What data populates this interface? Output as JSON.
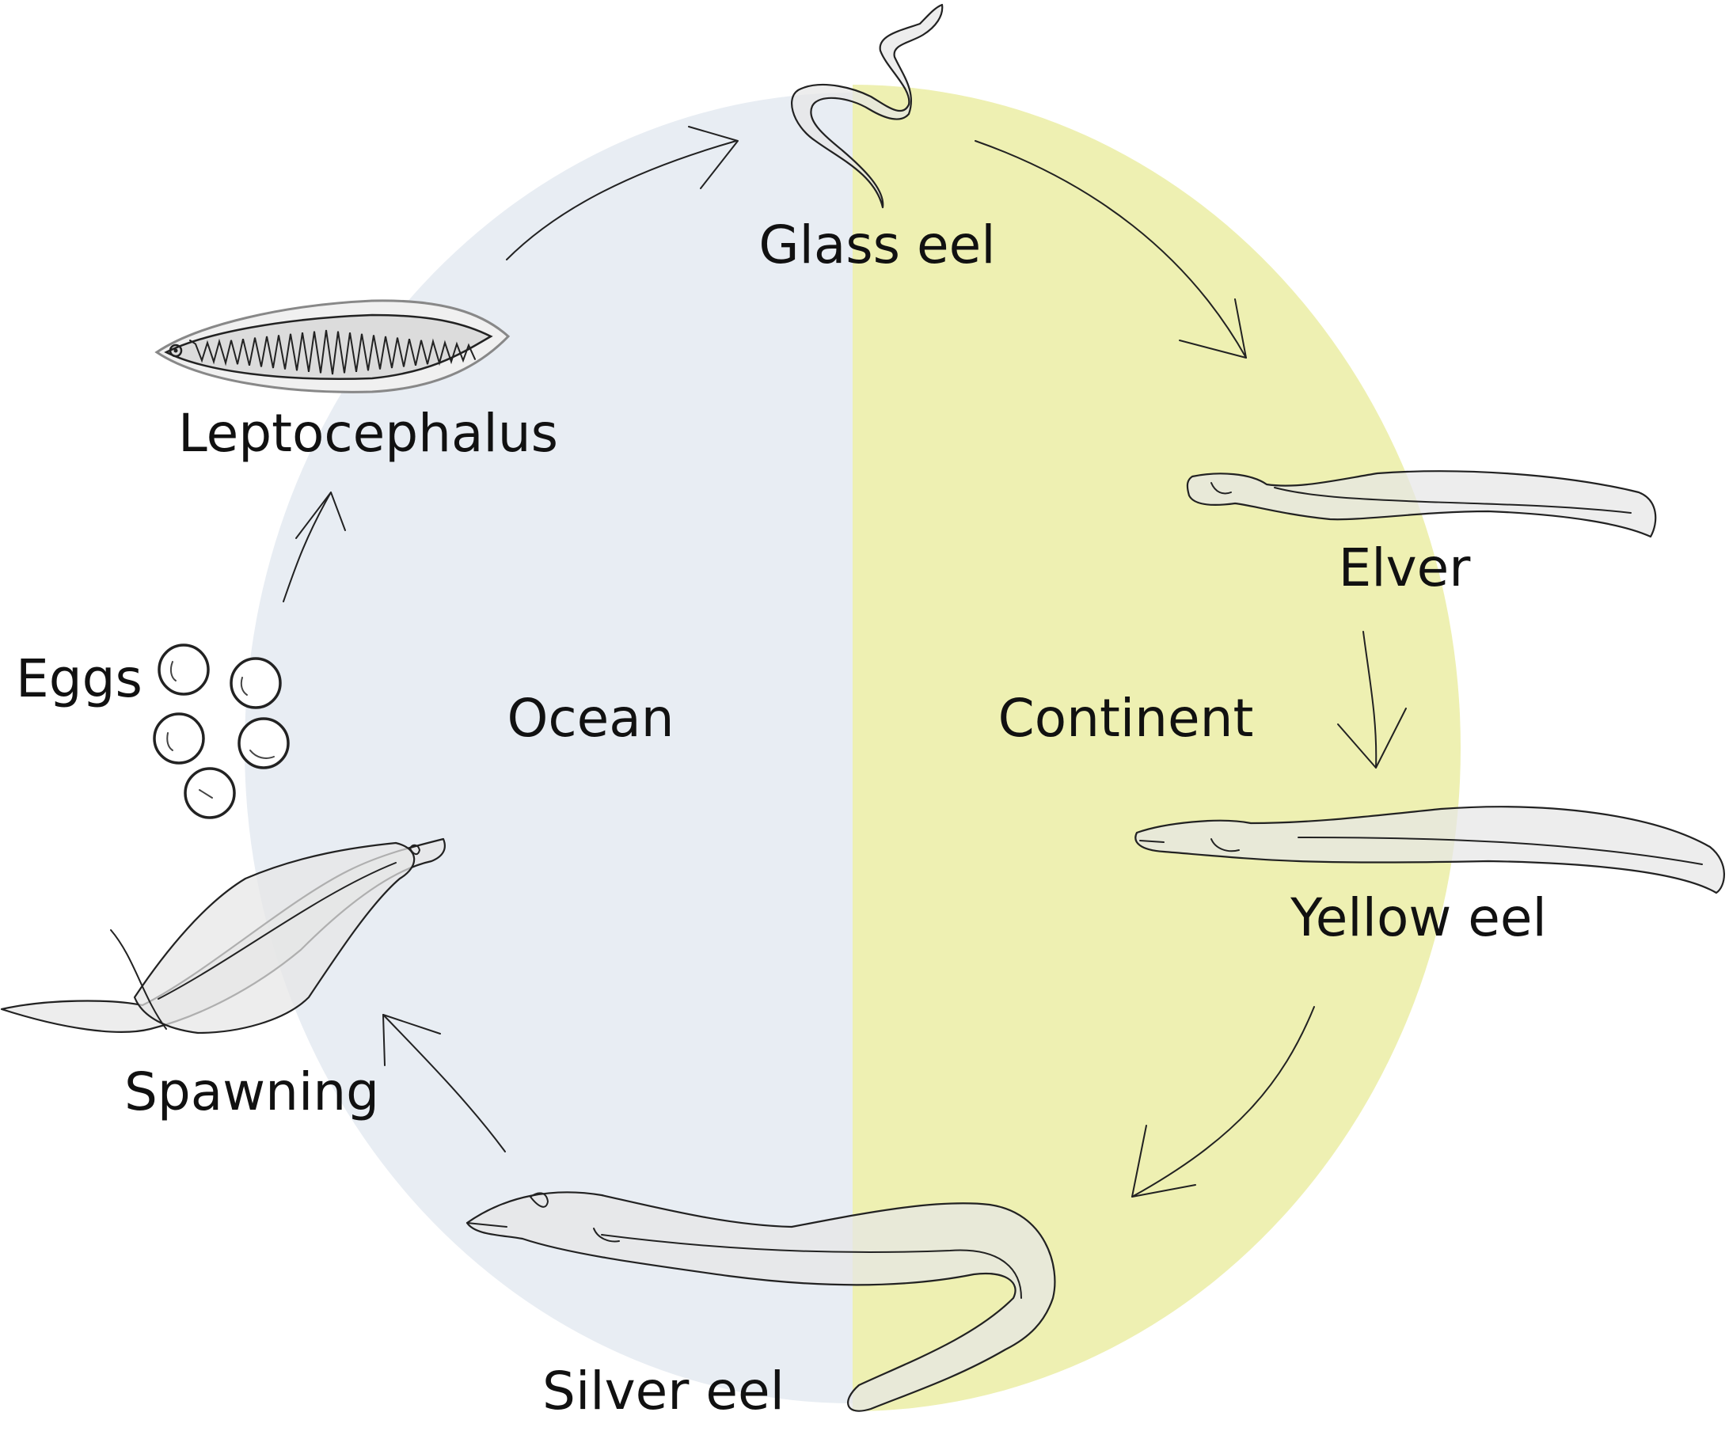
{
  "diagram": {
    "regions": [
      {
        "id": "ocean",
        "label": "Ocean",
        "color": "#e8edf3"
      },
      {
        "id": "continent",
        "label": "Continent",
        "color": "#eef0b2"
      }
    ],
    "stages": [
      {
        "id": "glass-eel",
        "label": "Glass eel"
      },
      {
        "id": "elver",
        "label": "Elver"
      },
      {
        "id": "yellow-eel",
        "label": "Yellow eel"
      },
      {
        "id": "silver-eel",
        "label": "Silver eel"
      },
      {
        "id": "spawning",
        "label": "Spawning"
      },
      {
        "id": "eggs",
        "label": "Eggs"
      },
      {
        "id": "leptocephalus",
        "label": "Leptocephalus"
      }
    ],
    "cycle": [
      "glass-eel",
      "elver",
      "yellow-eel",
      "silver-eel",
      "spawning",
      "eggs",
      "leptocephalus",
      "glass-eel"
    ]
  }
}
